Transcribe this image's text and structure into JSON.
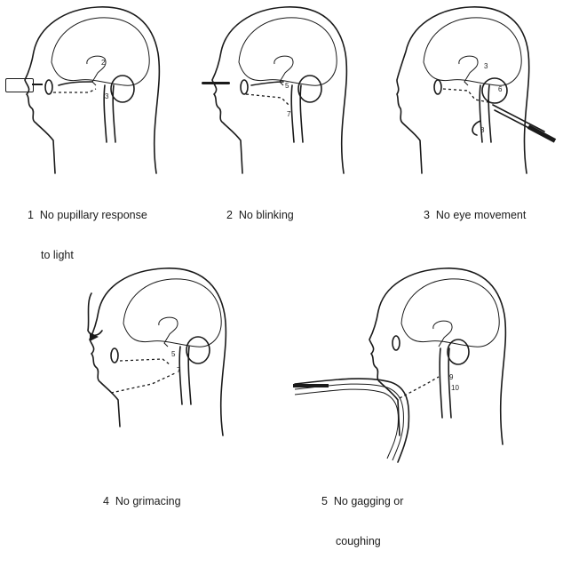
{
  "panels": [
    {
      "caption_line1": "1  No pupillary response",
      "caption_line2": "to light",
      "labels": [
        "2",
        "3"
      ]
    },
    {
      "caption_line1": "2  No blinking",
      "caption_line2": "",
      "labels": [
        "5",
        "7"
      ]
    },
    {
      "caption_line1": "3  No eye movement",
      "caption_line2": "",
      "labels": [
        "3",
        "6",
        "8"
      ]
    },
    {
      "caption_line1": "4  No grimacing",
      "caption_line2": "",
      "labels": [
        "5",
        "7"
      ]
    },
    {
      "caption_line1": "5  No gagging or",
      "caption_line2": "coughing",
      "labels": [
        "9",
        "10"
      ]
    }
  ],
  "stimuli": {
    "panel1": "flashlight-icon",
    "panel2": "cotton-swab-icon",
    "panel3": "syringe-icon",
    "panel4": "finger-press-icon",
    "panel5": "suction-catheter-icon"
  }
}
